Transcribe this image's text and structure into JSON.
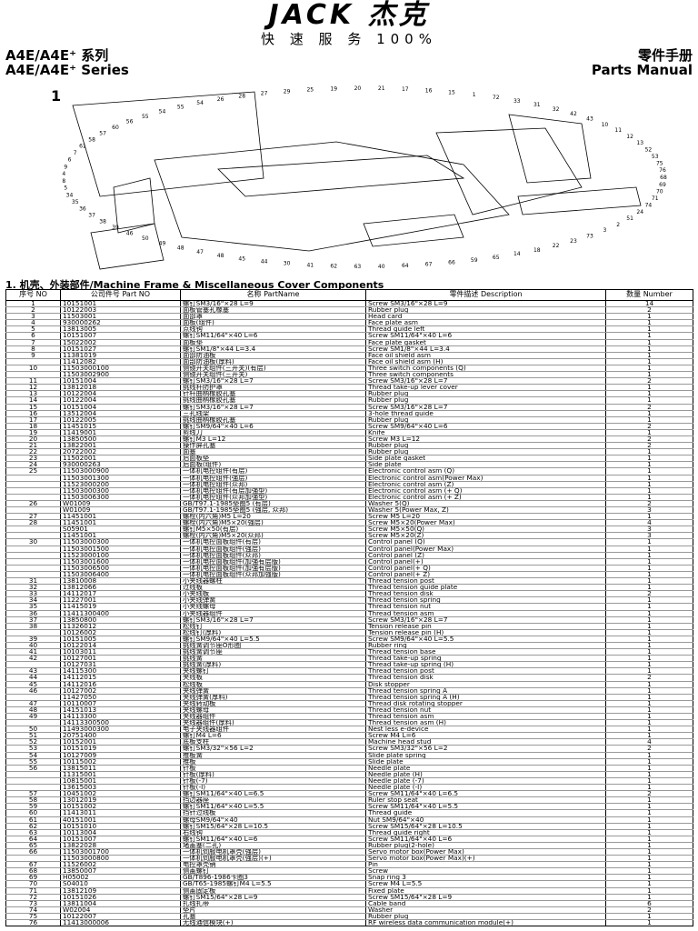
{
  "brand": {
    "wordmark": "JACK 杰克",
    "tagline": "快 速 服 务 100%"
  },
  "header": {
    "model_cn": "A4E/A4E⁺ 系列",
    "model_en": "A4E/A4E⁺ Series",
    "manual_cn": "零件手册",
    "manual_en": "Parts Manual"
  },
  "figure": {
    "number": "1",
    "callouts": [
      "68",
      "69",
      "70",
      "71",
      "74",
      "24",
      "51",
      "2",
      "3",
      "73",
      "23",
      "22",
      "18",
      "14",
      "65",
      "59",
      "66",
      "67",
      "64",
      "40",
      "63",
      "62",
      "41",
      "30",
      "44",
      "45",
      "48",
      "47",
      "48",
      "49",
      "50",
      "46",
      "39",
      "38",
      "37",
      "36",
      "35",
      "34",
      "5",
      "8",
      "4",
      "9",
      "6",
      "7",
      "61",
      "58",
      "57",
      "60",
      "56",
      "55",
      "54",
      "55",
      "54",
      "26",
      "28",
      "27",
      "29",
      "25",
      "19",
      "20",
      "21",
      "17",
      "16",
      "15",
      "1",
      "72",
      "33",
      "31",
      "32",
      "42",
      "43",
      "10",
      "11",
      "12",
      "13",
      "52",
      "53",
      "75",
      "76"
    ]
  },
  "section_title": "1. 机壳、外装部件/Machine Frame & Miscellaneous Cover Components",
  "columns": [
    "序号 NO",
    "公司件号 Part NO",
    "名称 PartName",
    "零件描述 Description",
    "数量 Number"
  ],
  "rows": [
    [
      "1",
      "10151001",
      "螺钉SM3/16\"×28 L=9",
      "Screw SM3/16\"×28 L=9",
      "14"
    ],
    [
      "2",
      "10122003",
      "面板管塞孔橡塞",
      "Rubber plug",
      "2"
    ],
    [
      "3",
      "11503001",
      "面部罩",
      "Head card",
      "1"
    ],
    [
      "4",
      "930000262",
      "面板(组件)",
      "Face plate asm",
      "1"
    ],
    [
      "5",
      "13813005",
      "点线钩",
      "Thread guide left",
      "1"
    ],
    [
      "6",
      "10151007",
      "螺钉SM11/64\"×40 L=6",
      "Screw SM11/64\"×40 L=6",
      "1"
    ],
    [
      "7",
      "15022002",
      "面板垫",
      "Face plate gasket",
      "1"
    ],
    [
      "8",
      "10151027",
      "螺钉SM1/8\"×44 L=3.4",
      "Screw SM1/8\"×44 L=3.4",
      "1"
    ],
    [
      "9",
      "11381019",
      "面部防油板",
      "Face oil shield asm",
      "1"
    ],
    [
      "",
      "11412082",
      "面部防油板(厚料)",
      "Face oil shield asm (H)",
      "1"
    ],
    [
      "10",
      "11503000100",
      "侧镜开关组件(三开关)(有层)",
      "Three switch components (Q)",
      "1"
    ],
    [
      "",
      "11503002900",
      "侧镜开关组件(三开关)",
      "Three switch components",
      "1"
    ],
    [
      "11",
      "10151004",
      "螺钉SM3/16\"×28 L=7",
      "Screw SM3/16\"×28 L=7",
      "2"
    ],
    [
      "12",
      "13812018",
      "挑线杆防护罩",
      "Thread take-up lever cover",
      "1"
    ],
    [
      "13",
      "10122004",
      "针杆曲柄橡胶孔塞",
      "Rubber plug",
      "1"
    ],
    [
      "14",
      "10122004",
      "挑线曲柄橡胶孔塞",
      "Rubber plug",
      "1"
    ],
    [
      "15",
      "10151004",
      "螺钉SM3/16\"×28 L=7",
      "Screw SM3/16\"×28 L=7",
      "2"
    ],
    [
      "16",
      "13512004",
      "三孔线架",
      "3-hole thread guide",
      "1"
    ],
    [
      "17",
      "10122005",
      "挑线曲柄橡胶孔塞",
      "Rubber plug",
      "1"
    ],
    [
      "18",
      "11451015",
      "螺钉SM9/64\"×40 L=6",
      "Screw SM9/64\"×40 L=6",
      "2"
    ],
    [
      "19",
      "11419001",
      "剪线刀",
      "Knife",
      "1"
    ],
    [
      "20",
      "13850500",
      "螺钉M3 L=12",
      "Screw M3 L=12",
      "2"
    ],
    [
      "21",
      "13822001",
      "操作屏孔塞",
      "Rubber plug",
      "2"
    ],
    [
      "22",
      "20722002",
      "面塞",
      "Rubber plug",
      "1"
    ],
    [
      "23",
      "11502001",
      "后面板垫",
      "Side plate gasket",
      "1"
    ],
    [
      "24",
      "930000263",
      "后面板(组件)",
      "Side plate",
      "1"
    ],
    [
      "25",
      "11503000900",
      "一体机电控组件(有层)",
      "Electronic control asm (Q)",
      "1"
    ],
    [
      "",
      "11503001300",
      "一体机电控组件(强层)",
      "Electronic control asm(Power Max)",
      "1"
    ],
    [
      "",
      "11523000200",
      "一体机电控组件(众邦)",
      "Electronic control asm (Z)",
      "1"
    ],
    [
      "",
      "11503000300",
      "一体机电控组件(有层加强型)",
      "Electronic control asm (+ Q)",
      "1"
    ],
    [
      "",
      "11503006300",
      "一体机电控组件(众邦加强型)",
      "Electronic control asm (+ Z)",
      "1"
    ],
    [
      "26",
      "W01009",
      "GB/T97.1-1985垫圈5 (有层)",
      "Washer 5(Q)",
      "2"
    ],
    [
      "",
      "W01009",
      "GB/T97.1-1985垫圈5 (强层, 众邦)",
      "Washer 5(Power Max, Z)",
      "3"
    ],
    [
      "27",
      "11451001",
      "螺栓(内六角)M5 L=20",
      "Screw M5 L=20",
      "1"
    ],
    [
      "28",
      "11451001",
      "螺栓(内六角)M5×20(强层)",
      "Screw M5×20(Power Max)",
      "4"
    ],
    [
      "",
      "S05901",
      "螺钉M5×50(有层)",
      "Screw M5×50(Q)",
      "3"
    ],
    [
      "",
      "11451001",
      "螺栓(内六角)M5×20(众邦)",
      "Screw M5×20(Z)",
      "3"
    ],
    [
      "30",
      "11503000300",
      "一体机电控面板组件(有层)",
      "Control panel (Q)",
      "1"
    ],
    [
      "",
      "11503001500",
      "一体机电控面板组件(强层)",
      "Control panel(Power Max)",
      "1"
    ],
    [
      "",
      "11523000100",
      "一体机电控面板组件(众邦)",
      "Control panel (Z)",
      "1"
    ],
    [
      "",
      "11503001600",
      "一体机电控面板组件(加强有层版)",
      "Control panel(+)",
      "1"
    ],
    [
      "",
      "11503006500",
      "一体机电控面板组件(加强有层版)",
      "Control panel(+ Q)",
      "1"
    ],
    [
      "",
      "11503006400",
      "一体机电控面板组件(众邦加强版)",
      "Control panel(+ Z)",
      "1"
    ],
    [
      "31",
      "13810008",
      "小夹线器螺柱",
      "Thread tension post",
      "1"
    ],
    [
      "32",
      "13812066",
      "过线板",
      "Thread tension guide plate",
      "1"
    ],
    [
      "33",
      "14112017",
      "小夹线板",
      "Thread tension disk",
      "2"
    ],
    [
      "34",
      "11227001",
      "小夹线弹簧",
      "Thread tension spring",
      "1"
    ],
    [
      "35",
      "11415019",
      "小夹线螺母",
      "Thread tension nut",
      "1"
    ],
    [
      "36",
      "11411300400",
      "小夹线器组件",
      "Thread tension asm",
      "1"
    ],
    [
      "37",
      "13850800",
      "螺钉SM3/16\"×28 L=7",
      "Screw SM3/16\"×28 L=7",
      "1"
    ],
    [
      "38",
      "11326012",
      "松线钉",
      "Tension release pin",
      "1"
    ],
    [
      "",
      "10126002",
      "松线钉(厚料)",
      "Tension release pin (H)",
      "1"
    ],
    [
      "39",
      "10151005",
      "螺钉SM9/64\"×40 L=5.5",
      "Screw SM9/64\"×40 L=5.5",
      "1"
    ],
    [
      "40",
      "10122014",
      "挑线簧调节座O形圈",
      "Rubber ring",
      "1"
    ],
    [
      "41",
      "10103011",
      "挑线簧调节座",
      "Thread tension base",
      "1"
    ],
    [
      "42",
      "10127001",
      "挑线簧",
      "Thread take-up spring",
      "1"
    ],
    [
      "",
      "10127031",
      "挑线簧(厚料)",
      "Thread take-up spring (H)",
      "1"
    ],
    [
      "43",
      "14115300",
      "夹线螺钉",
      "Thread tension post",
      "1"
    ],
    [
      "44",
      "14112015",
      "夹线板",
      "Thread tension disk",
      "2"
    ],
    [
      "45",
      "14112016",
      "松线板",
      "Disk stopper",
      "1"
    ],
    [
      "46",
      "10127002",
      "夹线弹簧",
      "Thread tension spring A",
      "1"
    ],
    [
      "",
      "11427050",
      "夹线弹簧(厚料)",
      "Thread tension spring A (H)",
      "1"
    ],
    [
      "47",
      "10110007",
      "夹线转动板",
      "Thread disk rotating stopper",
      "1"
    ],
    [
      "48",
      "14151013",
      "夹线螺母",
      "Thread tension nut",
      "1"
    ],
    [
      "49",
      "14113300",
      "夹线器组件",
      "Thread tension asm",
      "1"
    ],
    [
      "",
      "14113300500",
      "夹线器组件(厚料)",
      "Thread tension asm (H)",
      "1"
    ],
    [
      "50",
      "11493000300",
      "电子夹线器组件",
      "Nest less e-device",
      "1"
    ],
    [
      "51",
      "20751400",
      "螺钉M4 L=6",
      "Screw M4 L=6",
      "1"
    ],
    [
      "52",
      "10152001",
      "底板支柱",
      "Machine head stud",
      "4"
    ],
    [
      "53",
      "10151019",
      "螺钉SM3/32\"×56 L=2",
      "Screw SM3/32\"×56 L=2",
      "2"
    ],
    [
      "54",
      "10127009",
      "推板簧",
      "Slide plate spring",
      "1"
    ],
    [
      "55",
      "10115002",
      "推板",
      "Slide plate",
      "1"
    ],
    [
      "56",
      "13815011",
      "针板",
      "Needle plate",
      "1"
    ],
    [
      "",
      "11315001",
      "针板(厚料)",
      "Needle plate (H)",
      "1"
    ],
    [
      "",
      "10815001",
      "针板(-7)",
      "Needle plate (-7)",
      "1"
    ],
    [
      "",
      "13615003",
      "针板(-I)",
      "Needle plate (-I)",
      "1"
    ],
    [
      "57",
      "10451002",
      "螺钉SM11/64\"×40 L=6.5",
      "Screw SM11/64\"×40 L=6.5",
      "2"
    ],
    [
      "58",
      "13012019",
      "挡边器座",
      "Ruler stop seat",
      "1"
    ],
    [
      "59",
      "10151002",
      "螺钉SM11/64\"×40 L=5.5",
      "Screw SM11/64\"×40 L=5.5",
      "1"
    ],
    [
      "60",
      "11413011",
      "挡针过线板",
      "Thread guide",
      "1"
    ],
    [
      "61",
      "40151001",
      "螺母SM9/64\"×40",
      "Nut SM9/64\"×40",
      "1"
    ],
    [
      "62",
      "10151010",
      "螺钉SM15/64\"×28 L=10.5",
      "Screw SM15/64\"×28 L=10.5",
      "1"
    ],
    [
      "63",
      "10113004",
      "右线钩",
      "Thread guide right",
      "1"
    ],
    [
      "64",
      "10151007",
      "螺钉SM11/64\"×40 L=6",
      "Screw SM11/64\"×40 L=6",
      "1"
    ],
    [
      "65",
      "13822028",
      "堵盖塞(二孔)",
      "Rubber plug(2-hole)",
      "1"
    ],
    [
      "66",
      "11503001700",
      "一体机伺服电机罩壳(强层)",
      "Servo motor box(Power Max)",
      "1"
    ],
    [
      "",
      "11503000800",
      "一体机伺服电机罩壳(强层)(+)",
      "Servo motor box(Power Max)(+)",
      "1"
    ],
    [
      "67",
      "11526002",
      "电控罩壳销",
      "Pin",
      "1"
    ],
    [
      "68",
      "13850007",
      "侧盖螺钉",
      "Screw",
      "1"
    ],
    [
      "69",
      "H05002",
      "GB/T896-1986卡圈3",
      "Snap ring 3",
      "1"
    ],
    [
      "70",
      "S04010",
      "GB/T65-1985螺钉M4 L=5.5",
      "Screw M4 L=5.5",
      "1"
    ],
    [
      "71",
      "13812109",
      "侧盖固定板",
      "Fixed plate",
      "1"
    ],
    [
      "72",
      "10151026",
      "螺钉SM15/64\"×28 L=9",
      "Screw SM15/64\"×28 L=9",
      "1"
    ],
    [
      "73",
      "13811004",
      "扎线扎带",
      "Cable band",
      "6"
    ],
    [
      "74",
      "W02004",
      "垫片",
      "Washer",
      "2"
    ],
    [
      "75",
      "10122007",
      "孔塞",
      "Rubber plug",
      "1"
    ],
    [
      "76",
      "11413000006",
      "无线通信模块(+)",
      "RF wireless data communication module(+)",
      "1"
    ]
  ]
}
